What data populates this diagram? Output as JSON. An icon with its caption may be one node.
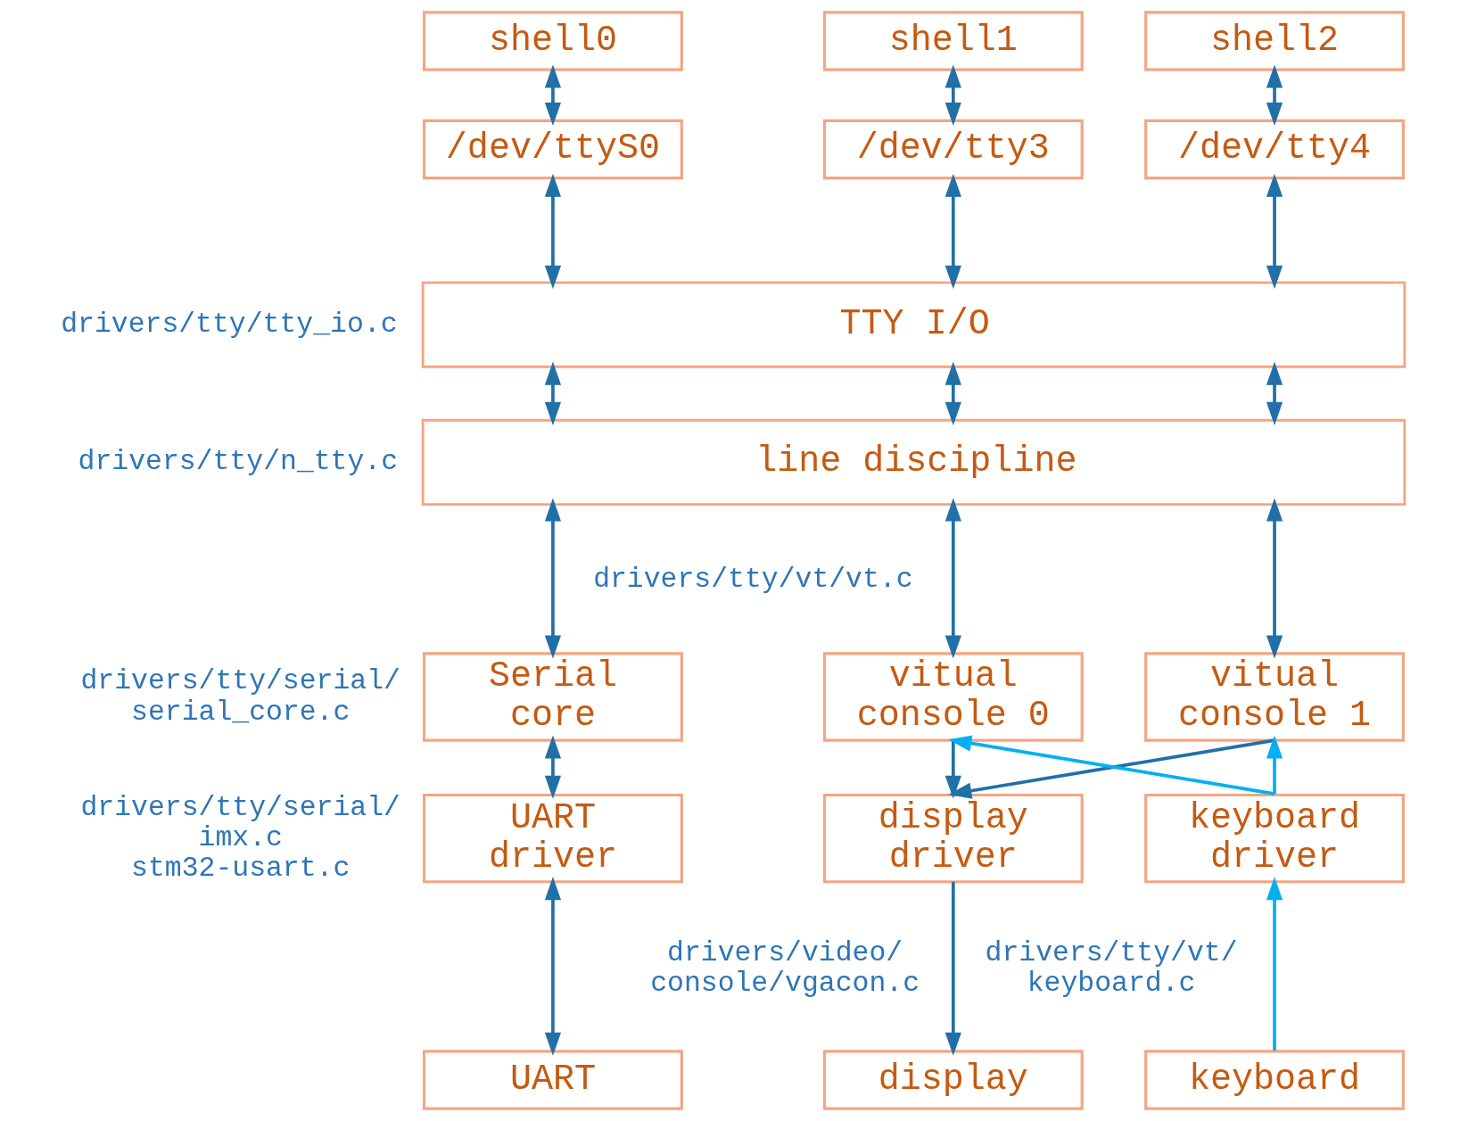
{
  "diagram": {
    "nodes": [
      {
        "text": [
          "shell0"
        ]
      },
      {
        "text": [
          "shell1"
        ]
      },
      {
        "text": [
          "shell2"
        ]
      },
      {
        "text": [
          "/dev/ttyS0"
        ]
      },
      {
        "text": [
          "/dev/tty3"
        ]
      },
      {
        "text": [
          "/dev/tty4"
        ]
      },
      {
        "text": [
          "TTY I/O"
        ]
      },
      {
        "text": [
          "line discipline"
        ]
      },
      {
        "text": [
          "Serial core"
        ]
      },
      {
        "text": [
          "vitual console 0"
        ]
      },
      {
        "text": [
          "vitual console 1"
        ]
      },
      {
        "text": [
          "UART driver"
        ]
      },
      {
        "text": [
          "display driver"
        ]
      },
      {
        "text": [
          "keyboard driver"
        ]
      },
      {
        "text": [
          "UART"
        ]
      },
      {
        "text": [
          "display"
        ]
      },
      {
        "text": [
          "keyboard"
        ]
      }
    ],
    "edges": [
      {
        "from": 0,
        "to": 3,
        "arrow": "both"
      },
      {
        "from": 1,
        "to": 4,
        "arrow": "both"
      },
      {
        "from": 2,
        "to": 5,
        "arrow": "both"
      },
      {
        "from": 3,
        "to": 6,
        "arrow": "both"
      },
      {
        "from": 4,
        "to": 6,
        "arrow": "both"
      },
      {
        "from": 5,
        "to": 6,
        "arrow": "both"
      },
      {
        "from": 6,
        "to": 7,
        "arrow": "both"
      },
      {
        "from": 6,
        "to": 7,
        "arrow": "both"
      },
      {
        "from": 6,
        "to": 7,
        "arrow": "both"
      },
      {
        "from": 7,
        "to": 8,
        "arrow": "both"
      },
      {
        "from": 7,
        "to": 9,
        "arrow": "both"
      },
      {
        "from": 7,
        "to": 10,
        "arrow": "both"
      },
      {
        "from": 8,
        "to": 11,
        "arrow": "both"
      },
      {
        "from": 9,
        "to": 12,
        "arrow": "to"
      },
      {
        "from": 10,
        "to": 12,
        "arrow": "to"
      },
      {
        "from": 13,
        "to": 9,
        "arrow": "to",
        "color": "#00b0f0"
      },
      {
        "from": 13,
        "to": 10,
        "arrow": "to",
        "color": "#00b0f0"
      },
      {
        "from": 11,
        "to": 14,
        "arrow": "both"
      },
      {
        "from": 12,
        "to": 15,
        "arrow": "to"
      },
      {
        "from": 16,
        "to": 13,
        "arrow": "to",
        "color": "#00b0f0"
      }
    ],
    "labels": [
      "drivers/tty/tty_io.c",
      "drivers/tty/n_tty.c",
      "drivers/tty/vt/vt.c",
      "drivers/tty/serial/ serial_core.c",
      "drivers/tty/serial/ imx.c stm32-usart.c",
      "drivers/video/ console/vgacon.c",
      "drivers/tty/vt/ keyboard.c"
    ]
  }
}
